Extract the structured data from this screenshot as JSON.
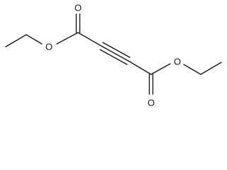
{
  "molecule": {
    "atoms": {
      "o_carbonyl_left": "O",
      "o_ether_left": "O",
      "o_carbonyl_right": "O",
      "o_ether_right": "O"
    },
    "bond_color": "#1a1a1a",
    "background": "#ffffff"
  }
}
